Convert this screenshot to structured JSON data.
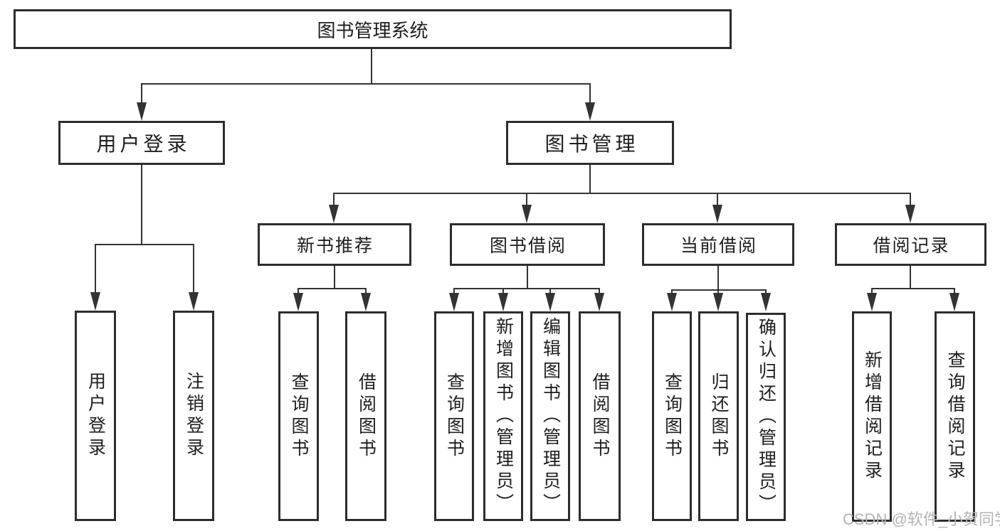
{
  "diagram": {
    "root": {
      "label": "图书管理系统"
    },
    "level2": [
      {
        "label": "用户登录",
        "children": [
          "用户登录",
          "注销登录"
        ]
      },
      {
        "label": "图书管理",
        "children": [
          {
            "label": "新书推荐",
            "children": [
              "查询图书",
              "借阅图书"
            ]
          },
          {
            "label": "图书借阅",
            "children": [
              "查询图书",
              "新增图书（管理员）",
              "编辑图书（管理员）",
              "借阅图书"
            ]
          },
          {
            "label": "当前借阅",
            "children": [
              "查询图书",
              "归还图书",
              "确认归还（管理员）"
            ]
          },
          {
            "label": "借阅记录",
            "children": [
              "新增借阅记录",
              "查询借阅记录"
            ]
          }
        ]
      }
    ],
    "colors": {
      "line": "#333333",
      "border": "#2d2d2d",
      "text": "#1e1e1e",
      "watermark": "#b3b3b3"
    }
  },
  "watermark": {
    "text": "CSDN @软件_小贺同学"
  }
}
